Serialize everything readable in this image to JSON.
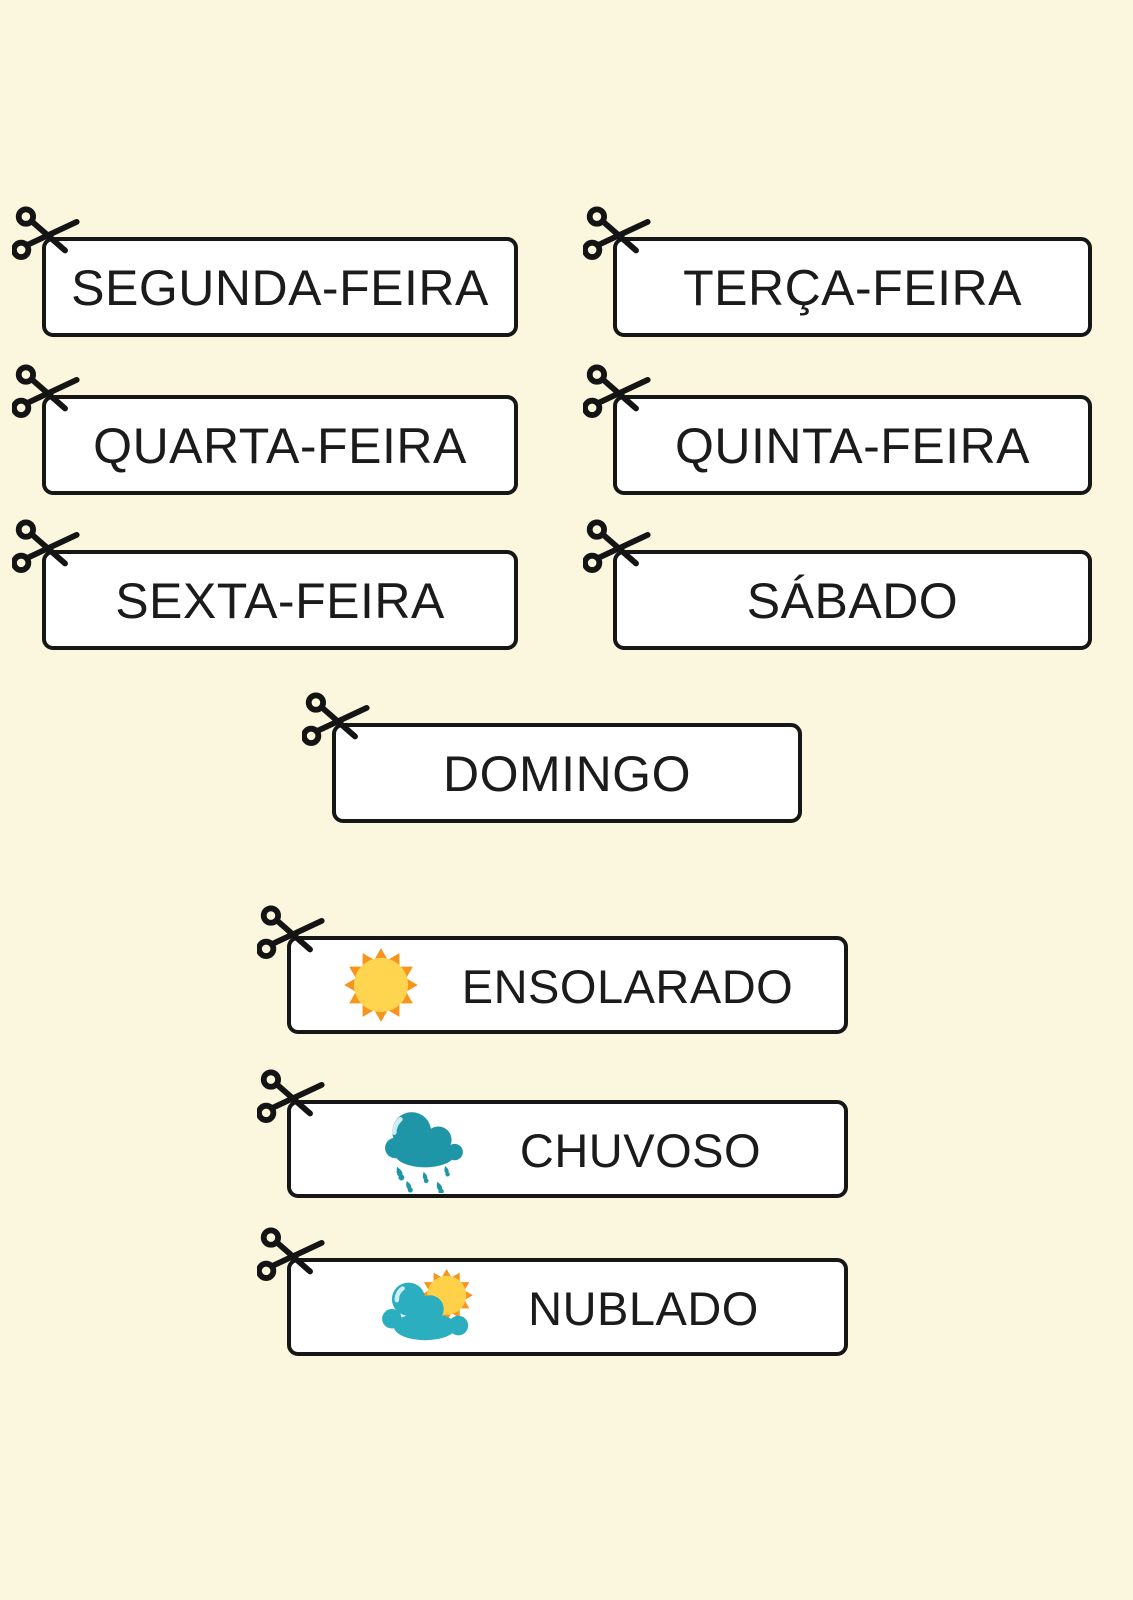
{
  "page": {
    "background_color": "#FBF6DE",
    "card_background": "#FFFFFF",
    "ink_color": "#161616"
  },
  "day_cards": [
    {
      "label": "SEGUNDA-FEIRA"
    },
    {
      "label": "TERÇA-FEIRA"
    },
    {
      "label": "QUARTA-FEIRA"
    },
    {
      "label": "QUINTA-FEIRA"
    },
    {
      "label": "SEXTA-FEIRA"
    },
    {
      "label": "SÁBADO"
    },
    {
      "label": "DOMINGO"
    }
  ],
  "weather_cards": [
    {
      "label": "ENSOLARADO",
      "icon": "sun-icon"
    },
    {
      "label": "CHUVOSO",
      "icon": "rain-cloud-icon"
    },
    {
      "label": "NUBLADO",
      "icon": "sun-behind-cloud-icon"
    }
  ],
  "icon_colors": {
    "scissors_black": "#141414",
    "sun_ray_orange": "#F7941D",
    "sun_core_yellow": "#FFD44F",
    "rain_cloud_teal": "#1F96A8",
    "light_cloud_teal": "#2BAEC0",
    "cloud_highlight": "#CDEEF2"
  }
}
